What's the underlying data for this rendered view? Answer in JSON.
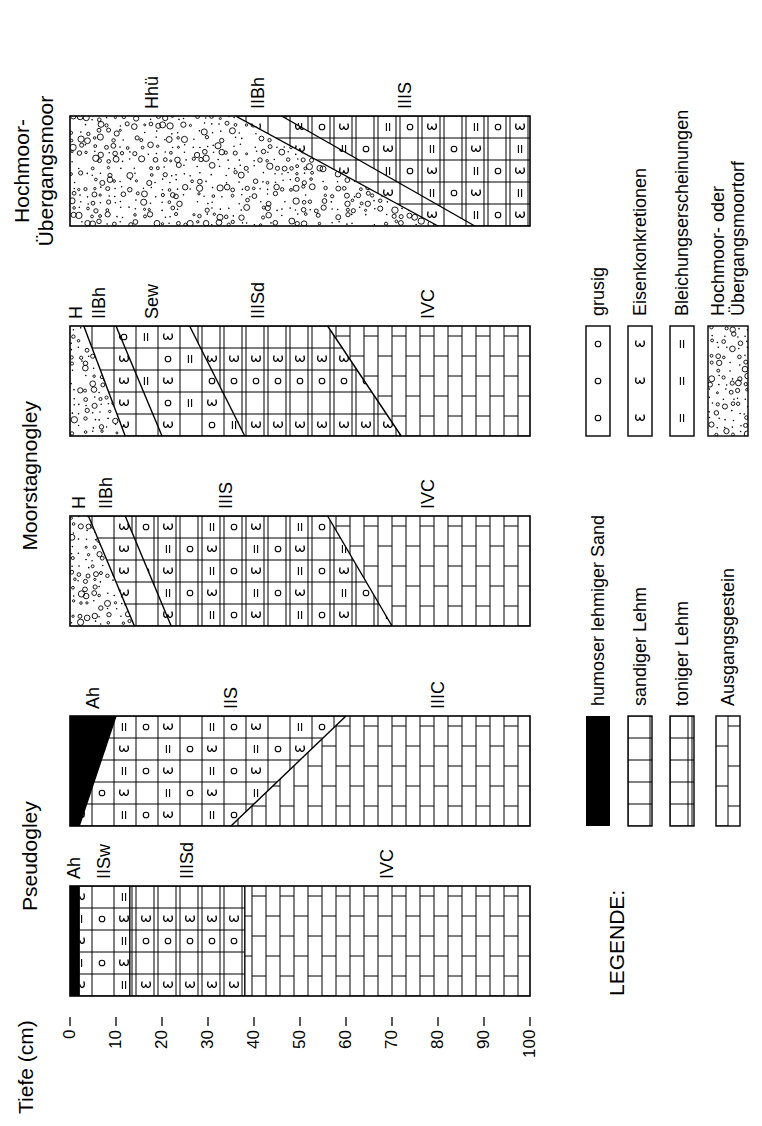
{
  "diagram": {
    "labels": [
      "Tiefe (cm)",
      "Pseudogley",
      "Moorstagnogley",
      "Hochmoor- Übergangsmoor",
      "0",
      "10",
      "20",
      "30",
      "40",
      "50",
      "60",
      "70",
      "80",
      "90",
      "100",
      "Ah",
      "IISw",
      "IIISd",
      "IVC",
      "Ah",
      "IIS",
      "IIIC",
      "H",
      "IIBh",
      "IIIS",
      "IVC",
      "H",
      "IIBh",
      "Sew",
      "IIISd",
      "IVC",
      "Hhü",
      "IIBh",
      "IIIS",
      "LEGENDE:"
    ],
    "legend": [
      {
        "text": "humoser lehmiger Sand",
        "color": "#000000"
      },
      {
        "text": "sandiger Lehm"
      },
      {
        "text": "toniger Lehm"
      },
      {
        "text": "Ausgangsgestein"
      },
      {
        "text": "grusig"
      },
      {
        "text": "Eisenkonkretionen"
      },
      {
        "text": "Bleichungserscheinungen"
      },
      {
        "text": "Hochmoor- oder Übergangsmoortorf"
      }
    ]
  }
}
